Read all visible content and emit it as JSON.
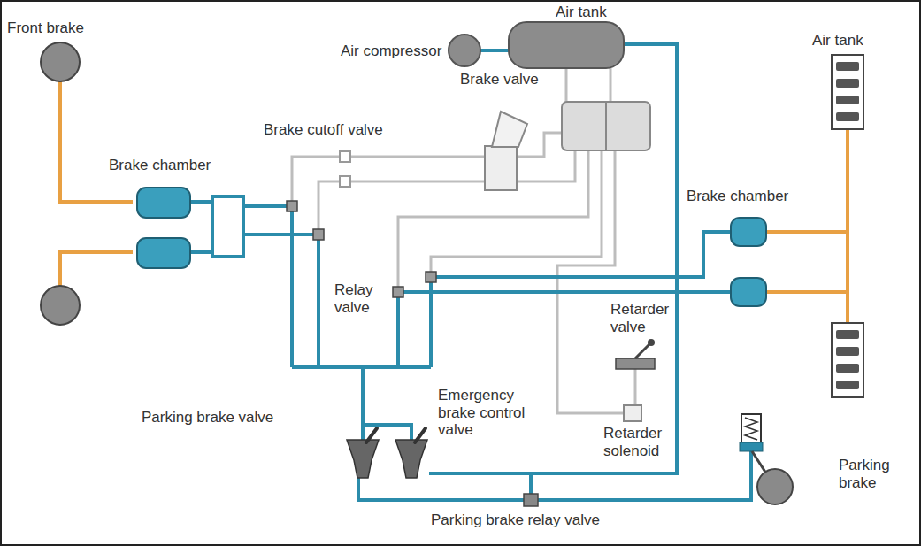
{
  "diagram": {
    "labels": [
      "Air tank",
      "Air compressor",
      "Brake valve",
      "Front brake",
      "Brake cutoff valve",
      "Brake chamber",
      "Air tank",
      "Brake chamber",
      "Relay valve",
      "Retarder valve",
      "Emergency brake control valve",
      "Retarder solenoid",
      "Parking brake valve",
      "Parking brake relay valve",
      "Parking brake"
    ]
  }
}
